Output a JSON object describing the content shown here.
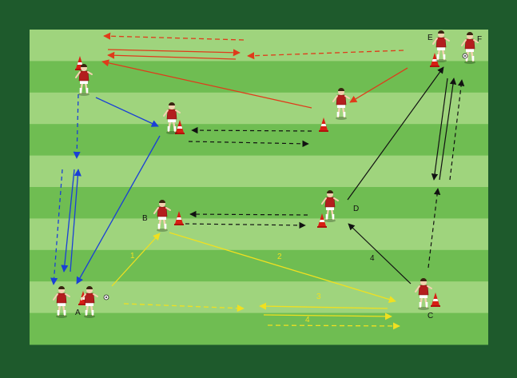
{
  "colors": {
    "border": "#1e5a2c",
    "stripe_light": "#9fd47d",
    "stripe_dark": "#6fbd52",
    "cone": "#d81e14",
    "player_shirt": "#b31e1e",
    "arrow_red": "#e03a1a",
    "arrow_blue": "#1a3fd6",
    "arrow_black": "#111111",
    "arrow_yellow": "#f0e020"
  },
  "labels": {
    "station_a": "A",
    "station_b": "B",
    "station_c": "C",
    "station_d": "D",
    "station_e": "E",
    "station_f": "F"
  },
  "pass_numbers": {
    "n1": "1",
    "n2": "2",
    "n3": "3",
    "n4_yellow": "4",
    "n4_black": "4"
  },
  "icons": {
    "player": "soccer-player-icon",
    "cone": "cone-icon",
    "ball": "soccer-ball-icon"
  }
}
